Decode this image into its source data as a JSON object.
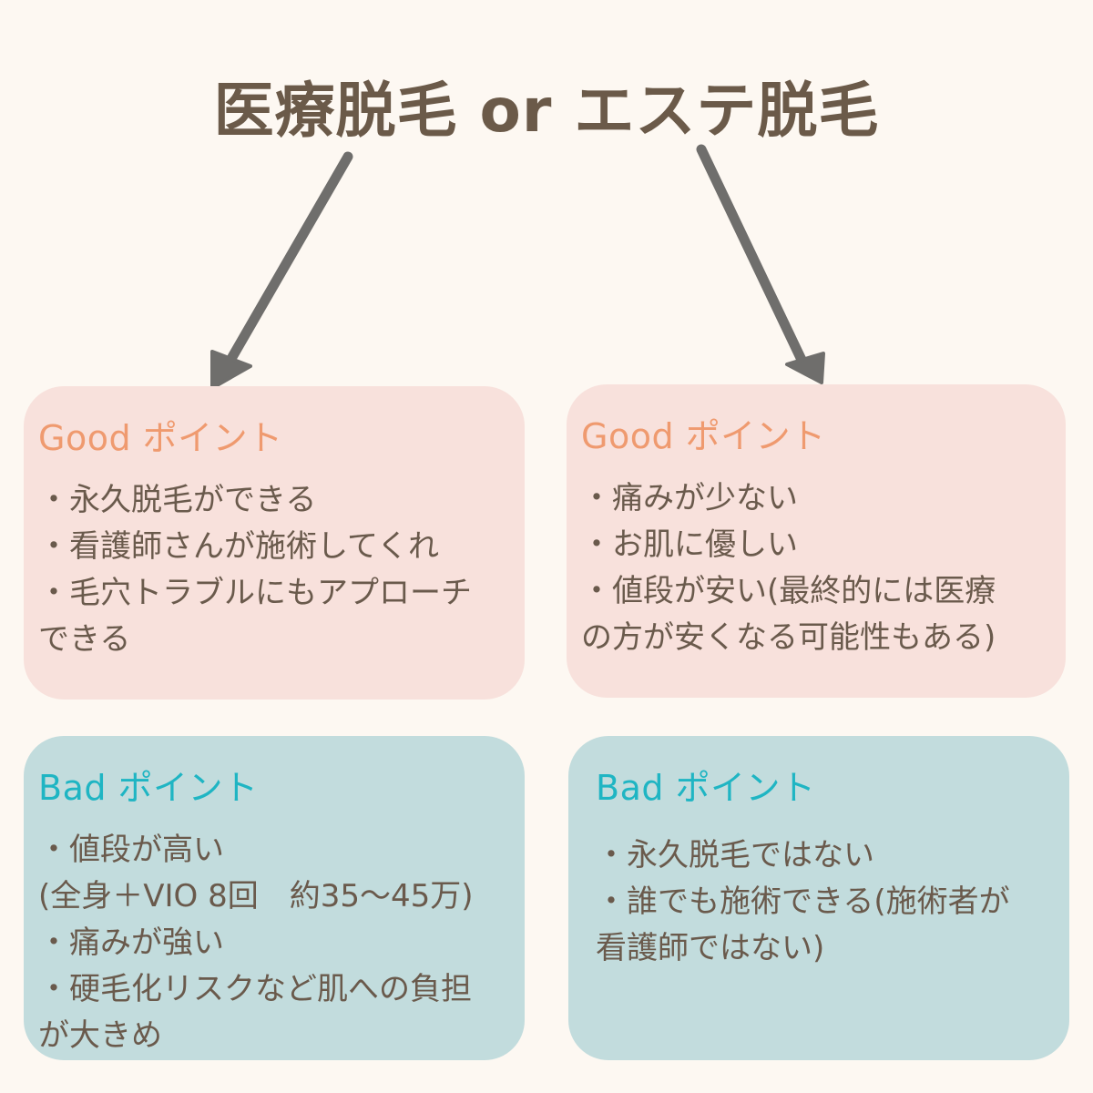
{
  "title": "医療脱毛 or エステ脱毛",
  "colors": {
    "background": "#fdf8f2",
    "title_text": "#6b5a49",
    "arrow": "#6f6e6c",
    "good_card": "#f8e1dc",
    "good_heading": "#ef9a6f",
    "bad_card": "#c2dcdd",
    "bad_heading": "#1fb5c3",
    "body_text": "#6a5a4c"
  },
  "medical": {
    "good": {
      "heading": "Good ポイント",
      "lines": [
        "・永久脱毛ができる",
        "・看護師さんが施術してくれ",
        "・毛穴トラブルにもアプローチ",
        "できる"
      ]
    },
    "bad": {
      "heading": "Bad ポイント",
      "lines": [
        "・値段が高い",
        "(全身＋VIO 8回　約35〜45万)",
        "・痛みが強い",
        "・硬毛化リスクなど肌への負担",
        "が大きめ"
      ]
    }
  },
  "esthetic": {
    "good": {
      "heading": "Good ポイント",
      "lines": [
        "・痛みが少ない",
        "・お肌に優しい",
        "・値段が安い(最終的には医療",
        "の方が安くなる可能性もある)"
      ]
    },
    "bad": {
      "heading": "Bad ポイント",
      "lines": [
        "・永久脱毛ではない",
        "・誰でも施術できる(施術者が",
        "看護師ではない)"
      ]
    }
  }
}
